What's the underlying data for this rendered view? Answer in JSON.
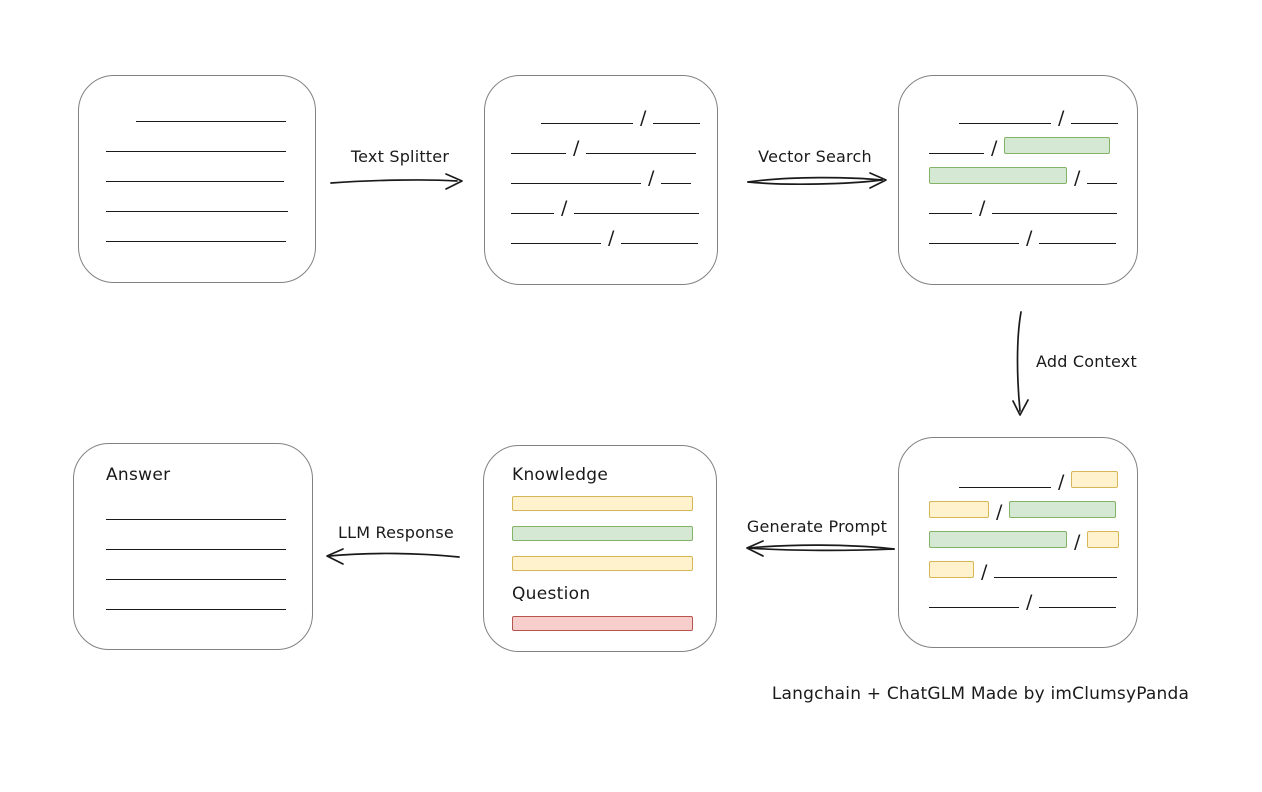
{
  "colors": {
    "line": "#1a1a1a",
    "box_border": "#828282",
    "green_fill": "#d5e8d4",
    "green_stroke": "#82b366",
    "yellow_fill": "#fff2cc",
    "yellow_stroke": "#d6b656",
    "red_fill": "#f8cecc",
    "red_stroke": "#b85450"
  },
  "glyphs": {
    "slash": "/"
  },
  "arrows": {
    "text_splitter": {
      "label": "Text Splitter"
    },
    "vector_search": {
      "label": "Vector Search"
    },
    "add_context": {
      "label": "Add Context"
    },
    "generate_prompt": {
      "label": "Generate Prompt"
    },
    "llm_response": {
      "label": "LLM Response"
    }
  },
  "footer": {
    "credit": "Langchain + ChatGLM Made by imClumsyPanda"
  },
  "boxes": {
    "document": {
      "rows": [
        {
          "indent": 30,
          "segs": [
            {
              "t": "line",
              "w": 150
            }
          ]
        },
        {
          "indent": 0,
          "segs": [
            {
              "t": "line",
              "w": 180
            }
          ]
        },
        {
          "indent": 0,
          "segs": [
            {
              "t": "line",
              "w": 178
            }
          ]
        },
        {
          "indent": 0,
          "segs": [
            {
              "t": "line",
              "w": 182
            }
          ]
        },
        {
          "indent": 0,
          "segs": [
            {
              "t": "line",
              "w": 180
            }
          ]
        }
      ]
    },
    "chunks": {
      "rows": [
        {
          "indent": 30,
          "segs": [
            {
              "t": "line",
              "w": 92
            },
            {
              "t": "slash"
            },
            {
              "t": "line",
              "w": 47
            }
          ]
        },
        {
          "indent": 0,
          "segs": [
            {
              "t": "line",
              "w": 55
            },
            {
              "t": "slash"
            },
            {
              "t": "line",
              "w": 110
            }
          ]
        },
        {
          "indent": 0,
          "segs": [
            {
              "t": "line",
              "w": 130
            },
            {
              "t": "slash"
            },
            {
              "t": "line",
              "w": 30
            }
          ]
        },
        {
          "indent": 0,
          "segs": [
            {
              "t": "line",
              "w": 43
            },
            {
              "t": "slash"
            },
            {
              "t": "line",
              "w": 125
            }
          ]
        },
        {
          "indent": 0,
          "segs": [
            {
              "t": "line",
              "w": 90
            },
            {
              "t": "slash"
            },
            {
              "t": "line",
              "w": 77
            }
          ]
        }
      ]
    },
    "vector_store": {
      "rows": [
        {
          "indent": 30,
          "segs": [
            {
              "t": "line",
              "w": 92
            },
            {
              "t": "slash"
            },
            {
              "t": "line",
              "w": 47
            }
          ]
        },
        {
          "indent": 0,
          "segs": [
            {
              "t": "line",
              "w": 55
            },
            {
              "t": "slash"
            },
            {
              "t": "green",
              "w": 106
            }
          ]
        },
        {
          "indent": 0,
          "segs": [
            {
              "t": "green",
              "w": 138
            },
            {
              "t": "slash"
            },
            {
              "t": "line",
              "w": 30
            }
          ]
        },
        {
          "indent": 0,
          "segs": [
            {
              "t": "line",
              "w": 43
            },
            {
              "t": "slash"
            },
            {
              "t": "line",
              "w": 125
            }
          ]
        },
        {
          "indent": 0,
          "segs": [
            {
              "t": "line",
              "w": 90
            },
            {
              "t": "slash"
            },
            {
              "t": "line",
              "w": 77
            }
          ]
        }
      ]
    },
    "context": {
      "rows": [
        {
          "indent": 30,
          "segs": [
            {
              "t": "line",
              "w": 92
            },
            {
              "t": "slash"
            },
            {
              "t": "yellow",
              "w": 47
            }
          ]
        },
        {
          "indent": 0,
          "segs": [
            {
              "t": "yellow",
              "w": 60
            },
            {
              "t": "slash"
            },
            {
              "t": "green",
              "w": 107
            }
          ]
        },
        {
          "indent": 0,
          "segs": [
            {
              "t": "green",
              "w": 138
            },
            {
              "t": "slash"
            },
            {
              "t": "yellow",
              "w": 32
            }
          ]
        },
        {
          "indent": 0,
          "segs": [
            {
              "t": "yellow",
              "w": 45
            },
            {
              "t": "slash"
            },
            {
              "t": "line",
              "w": 123
            }
          ]
        },
        {
          "indent": 0,
          "segs": [
            {
              "t": "line",
              "w": 90
            },
            {
              "t": "slash"
            },
            {
              "t": "line",
              "w": 77
            }
          ]
        }
      ]
    },
    "prompt": {
      "knowledge_label": "Knowledge",
      "question_label": "Question",
      "knowledge_bars": [
        "yellow",
        "green",
        "yellow"
      ],
      "question_bars": [
        "red"
      ]
    },
    "answer": {
      "label": "Answer",
      "rows": [
        {
          "indent": 0,
          "segs": [
            {
              "t": "line",
              "w": 180
            }
          ]
        },
        {
          "indent": 0,
          "segs": [
            {
              "t": "line",
              "w": 180
            }
          ]
        },
        {
          "indent": 0,
          "segs": [
            {
              "t": "line",
              "w": 180
            }
          ]
        },
        {
          "indent": 0,
          "segs": [
            {
              "t": "line",
              "w": 180
            }
          ]
        }
      ]
    }
  }
}
